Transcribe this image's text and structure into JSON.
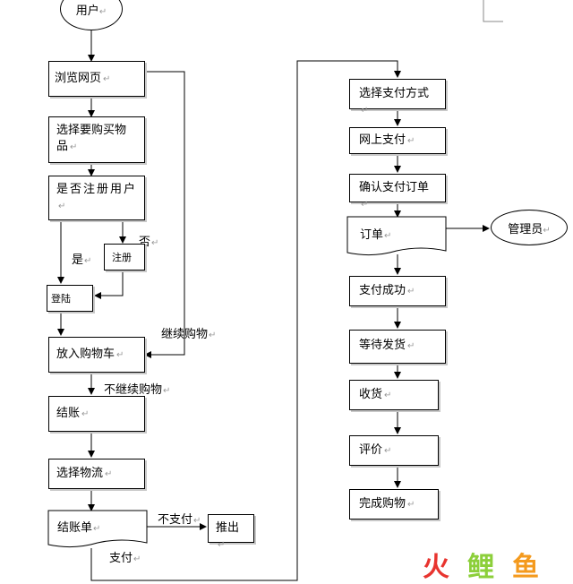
{
  "nodes": {
    "user": "用户",
    "browse": "浏览网页",
    "select_item": "选择要购买物品",
    "is_registered": "是否注册用户",
    "register": "注册",
    "login": "登陆",
    "add_cart": "放入购物车",
    "checkout": "结账",
    "select_logistics": "选择物流",
    "checkout_doc": "结账单",
    "exit": "推出",
    "select_payment": "选择支付方式",
    "online_pay": "网上支付",
    "confirm_order": "确认支付订单",
    "order": "订单",
    "admin": "管理员",
    "pay_success": "支付成功",
    "wait_ship": "等待发货",
    "receive": "收货",
    "review": "评价",
    "complete": "完成购物"
  },
  "labels": {
    "yes": "是",
    "no": "否",
    "continue_shopping": "继续购物",
    "not_continue": "不继续购物",
    "not_pay": "不支付",
    "pay": "支付"
  },
  "paragraph_mark": "↵",
  "watermark": {
    "part1": "火",
    "part2": "鲤",
    "part3": "鱼",
    "colors": {
      "red": "#e8342f",
      "green": "#8ccf3a",
      "orange": "#f49a1e"
    }
  }
}
